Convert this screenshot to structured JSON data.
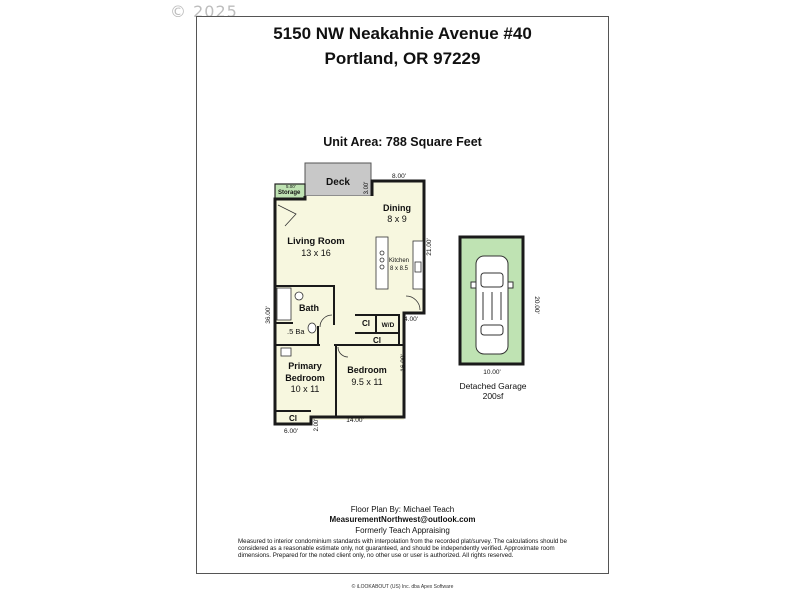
{
  "watermark": "© 2025",
  "address": {
    "line1": "5150 NW Neakahnie Avenue #40",
    "line2": "Portland, OR 97229"
  },
  "unit_area": "Unit Area:  788 Square Feet",
  "rooms": {
    "deck": "Deck",
    "storage_dim": "5.00'",
    "storage": "Storage",
    "dining": "Dining",
    "dining_size": "8 x 9",
    "living": "Living Room",
    "living_size": "13 x 16",
    "kitchen": "Kitchen",
    "kitchen_size": "8 x 8.5",
    "bath": "Bath",
    "half_bath": ".5 Ba",
    "closet1": "Cl",
    "wd": "W/D",
    "closet2": "Cl",
    "primary": "Primary",
    "primary2": "Bedroom",
    "primary_size": "10 x 11",
    "bedroom": "Bedroom",
    "bedroom_size": "9.5 x 11",
    "closet3": "Cl"
  },
  "dimensions": {
    "top": "8.00'",
    "deck_side": "3.00'",
    "right_upper": "21.00'",
    "left": "36.00'",
    "notch": "4.00'",
    "right_lower": "16.00'",
    "bottom_left": "6.00'",
    "bottom_small": "2.00'",
    "bottom": "14.00'"
  },
  "garage": {
    "width": "10.00'",
    "length": "20.00'",
    "label": "Detached Garage",
    "area": "200sf"
  },
  "credits": {
    "by": "Floor Plan By: Michael Teach",
    "email": "MeasurementNorthwest@outlook.com",
    "formerly": "Formerly Teach Appraising"
  },
  "disclaimer": "Measured to interior condominium standards with interpolation from the recorded plat/survey. The calculations should be considered as a reasonable estimate only, not guaranteed, and should be independently verified. Approximate room dimensions. Prepared for the noted client only, no other use or user is authorized. All rights reserved.",
  "software": "© iLOOKABOUT (US) Inc. dba Apex Software"
}
